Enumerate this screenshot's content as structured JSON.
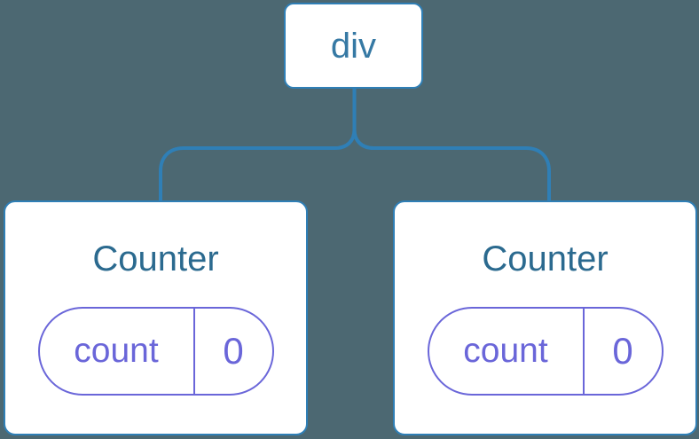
{
  "diagram": {
    "root": {
      "label": "div"
    },
    "children": [
      {
        "title": "Counter",
        "state": {
          "key": "count",
          "value": "0"
        }
      },
      {
        "title": "Counter",
        "state": {
          "key": "count",
          "value": "0"
        }
      }
    ]
  },
  "colors": {
    "background": "#4c6872",
    "connector": "#2f7fb6",
    "card_border": "#2f7fb6",
    "card_background": "#ffffff",
    "root_label": "#3679a4",
    "card_title": "#2b6a8f",
    "state_accent": "#6a66d9"
  }
}
